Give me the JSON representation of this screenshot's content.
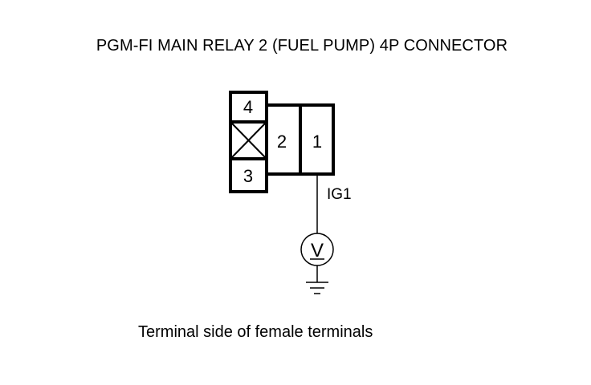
{
  "title": "PGM-FI MAIN RELAY 2 (FUEL PUMP) 4P CONNECTOR",
  "caption": "Terminal side of female terminals",
  "connector": {
    "terminals": [
      {
        "number": "4"
      },
      {
        "number": "2"
      },
      {
        "number": "1"
      },
      {
        "number": "3"
      }
    ],
    "empty_cavity": "x-marked cavity"
  },
  "wire_label": "IG1",
  "meter": {
    "symbol": "V",
    "icon": "voltmeter-icon"
  },
  "ground": {
    "icon": "ground-icon"
  },
  "colors": {
    "line": "#000000",
    "background": "#ffffff"
  }
}
